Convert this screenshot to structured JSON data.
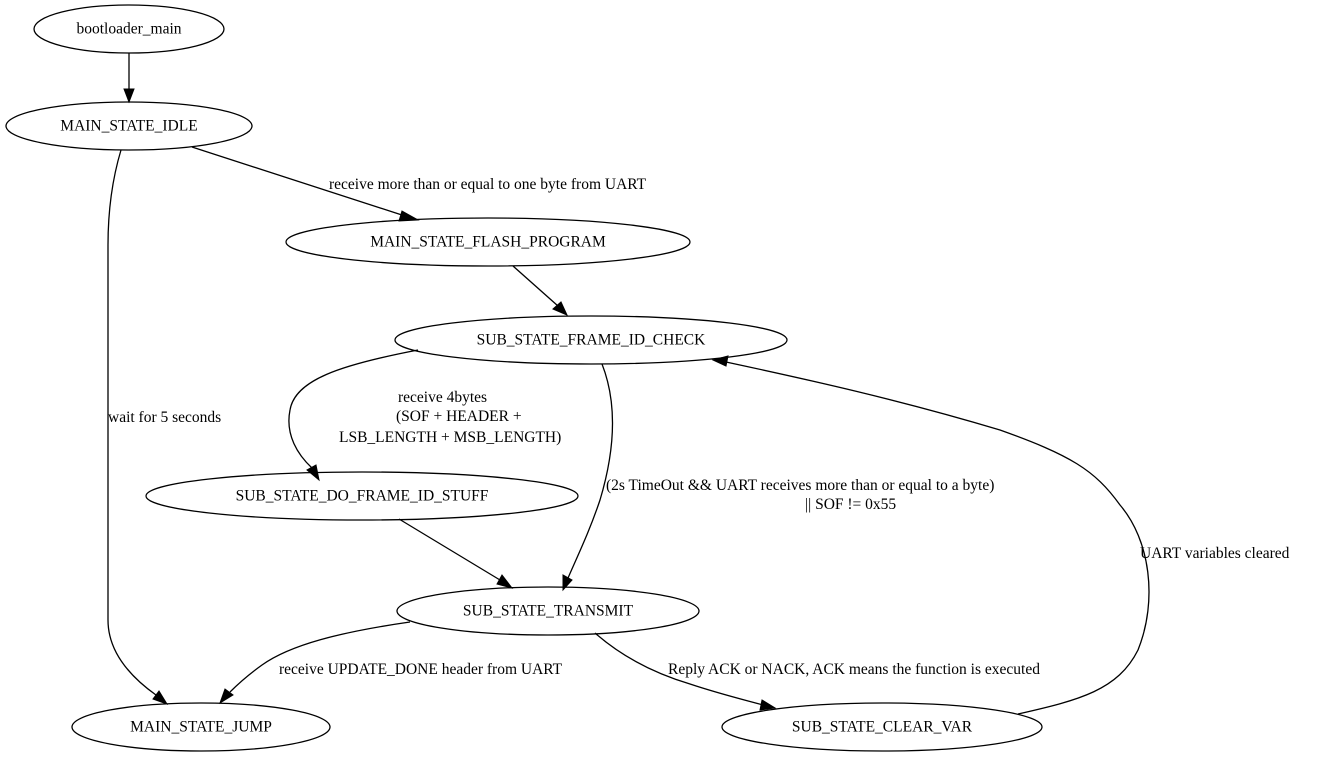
{
  "nodes": {
    "bootloader_main": "bootloader_main",
    "main_state_idle": "MAIN_STATE_IDLE",
    "main_state_flash_program": "MAIN_STATE_FLASH_PROGRAM",
    "sub_state_frame_id_check": "SUB_STATE_FRAME_ID_CHECK",
    "sub_state_do_frame_id_stuff": "SUB_STATE_DO_FRAME_ID_STUFF",
    "sub_state_transmit": "SUB_STATE_TRANSMIT",
    "main_state_jump": "MAIN_STATE_JUMP",
    "sub_state_clear_var": "SUB_STATE_CLEAR_VAR"
  },
  "edges": {
    "idle_to_flash": "receive more than or equal to one byte from UART",
    "idle_to_jump": "wait for 5 seconds",
    "check_to_stuff": [
      "receive 4bytes",
      "(SOF + HEADER +",
      "LSB_LENGTH + MSB_LENGTH)"
    ],
    "check_to_transmit": [
      "(2s TimeOut && UART receives more than or equal to a byte)",
      "|| SOF != 0x55"
    ],
    "clear_to_check": "UART variables cleared",
    "transmit_to_jump": "receive UPDATE_DONE header from UART",
    "transmit_to_clear": "Reply ACK or NACK, ACK means the function is executed"
  }
}
